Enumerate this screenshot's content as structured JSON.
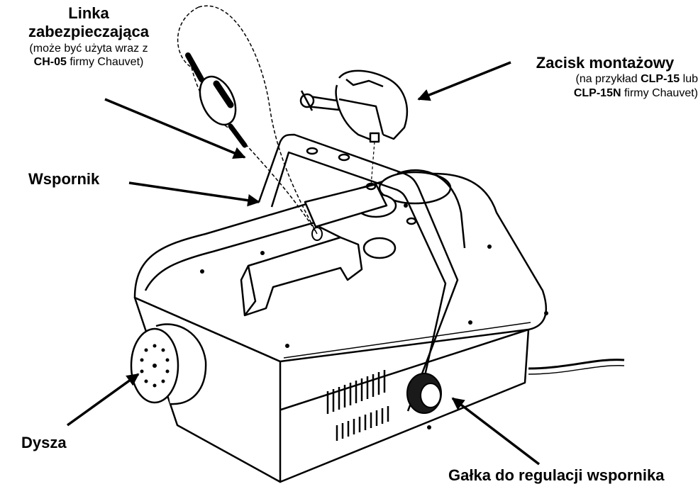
{
  "labels": {
    "safety_cable": {
      "title_line1": "Linka",
      "title_line2": "zabezpieczająca",
      "desc_line1": "(może być użyta wraz z",
      "desc_model": "CH-05",
      "desc_line2_rest": " firmy Chauvet)"
    },
    "mounting_clamp": {
      "title": "Zacisk montażowy",
      "desc_prefix": "(na przykład ",
      "desc_model1": "CLP-15",
      "desc_mid": " lub",
      "desc_model2": "CLP-15N",
      "desc_suffix": " firmy Chauvet)"
    },
    "bracket": {
      "title": "Wspornik"
    },
    "nozzle": {
      "title": "Dysza"
    },
    "bracket_knob": {
      "title": "Gałka do regulacji wspornika"
    }
  }
}
